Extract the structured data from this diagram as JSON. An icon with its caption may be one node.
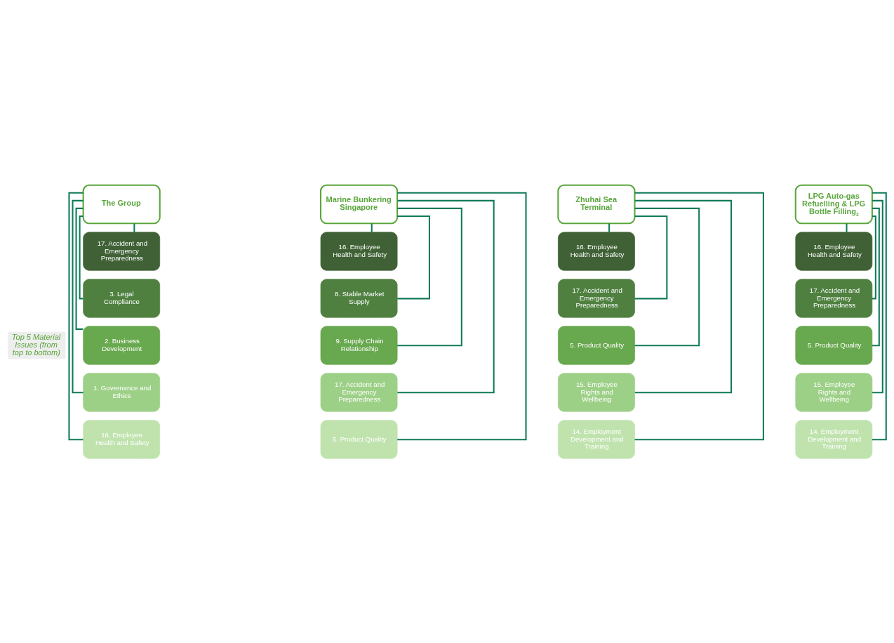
{
  "diagram": {
    "nodes": [
      {
        "text": [
          "The Group"
        ]
      },
      {
        "text": [
          "17. Accident and Emergency Preparedness"
        ]
      },
      {
        "text": [
          "3. Legal Compliance"
        ]
      },
      {
        "text": [
          "2. Business Development"
        ]
      },
      {
        "text": [
          "1. Governance and Ethics"
        ]
      },
      {
        "text": [
          "16. Employee Health and Safety"
        ]
      },
      {
        "text": [
          "Marine Bunkering Singapore"
        ]
      },
      {
        "text": [
          "16. Employee Health and Safety"
        ]
      },
      {
        "text": [
          "8. Stable Market Supply"
        ]
      },
      {
        "text": [
          "9. Supply Chain Relationship"
        ]
      },
      {
        "text": [
          "17. Accident and Emergency Preparedness"
        ]
      },
      {
        "text": [
          "5. Product Quality"
        ]
      },
      {
        "text": [
          "Zhuhai Sea Terminal"
        ]
      },
      {
        "text": [
          "16. Employee Health and Safety"
        ]
      },
      {
        "text": [
          "17. Accident and Emergency Preparedness"
        ]
      },
      {
        "text": [
          "5. Product Quality"
        ]
      },
      {
        "text": [
          "15. Employee Rights and Wellbeing"
        ]
      },
      {
        "text": [
          "14. Employment Development and Training"
        ]
      },
      {
        "text": [
          "LPG Auto-gas Refuelling & LPG Bottle Filling$_{2}$"
        ]
      },
      {
        "text": [
          "16. Employee Health and Safety"
        ]
      },
      {
        "text": [
          "17. Accident and Emergency Preparedness"
        ]
      },
      {
        "text": [
          "5. Product Quality"
        ]
      },
      {
        "text": [
          "15. Employee Rights and Wellbeing"
        ]
      },
      {
        "text": [
          "14. Employment Development and Training"
        ]
      }
    ],
    "edges": [
      {
        "from": 0,
        "to": 1,
        "arrow": "none"
      },
      {
        "from": 0,
        "to": 2,
        "arrow": "none"
      },
      {
        "from": 0,
        "to": 3,
        "arrow": "none"
      },
      {
        "from": 0,
        "to": 4,
        "arrow": "none"
      },
      {
        "from": 0,
        "to": 5,
        "arrow": "none"
      },
      {
        "from": 6,
        "to": 7,
        "arrow": "none"
      },
      {
        "from": 6,
        "to": 8,
        "arrow": "none"
      },
      {
        "from": 6,
        "to": 9,
        "arrow": "none"
      },
      {
        "from": 6,
        "to": 10,
        "arrow": "none"
      },
      {
        "from": 6,
        "to": 11,
        "arrow": "none"
      },
      {
        "from": 12,
        "to": 13,
        "arrow": "none"
      },
      {
        "from": 12,
        "to": 14,
        "arrow": "none"
      },
      {
        "from": 12,
        "to": 15,
        "arrow": "none"
      },
      {
        "from": 12,
        "to": 16,
        "arrow": "none"
      },
      {
        "from": 12,
        "to": 17,
        "arrow": "none"
      },
      {
        "from": 18,
        "to": 19,
        "arrow": "none"
      },
      {
        "from": 18,
        "to": 20,
        "arrow": "none"
      },
      {
        "from": 18,
        "to": 21,
        "arrow": "none"
      },
      {
        "from": 18,
        "to": 22,
        "arrow": "none"
      },
      {
        "from": 18,
        "to": 23,
        "arrow": "none"
      }
    ],
    "labels": [
      "Top 5 Material Issues (from top to bottom)"
    ]
  }
}
